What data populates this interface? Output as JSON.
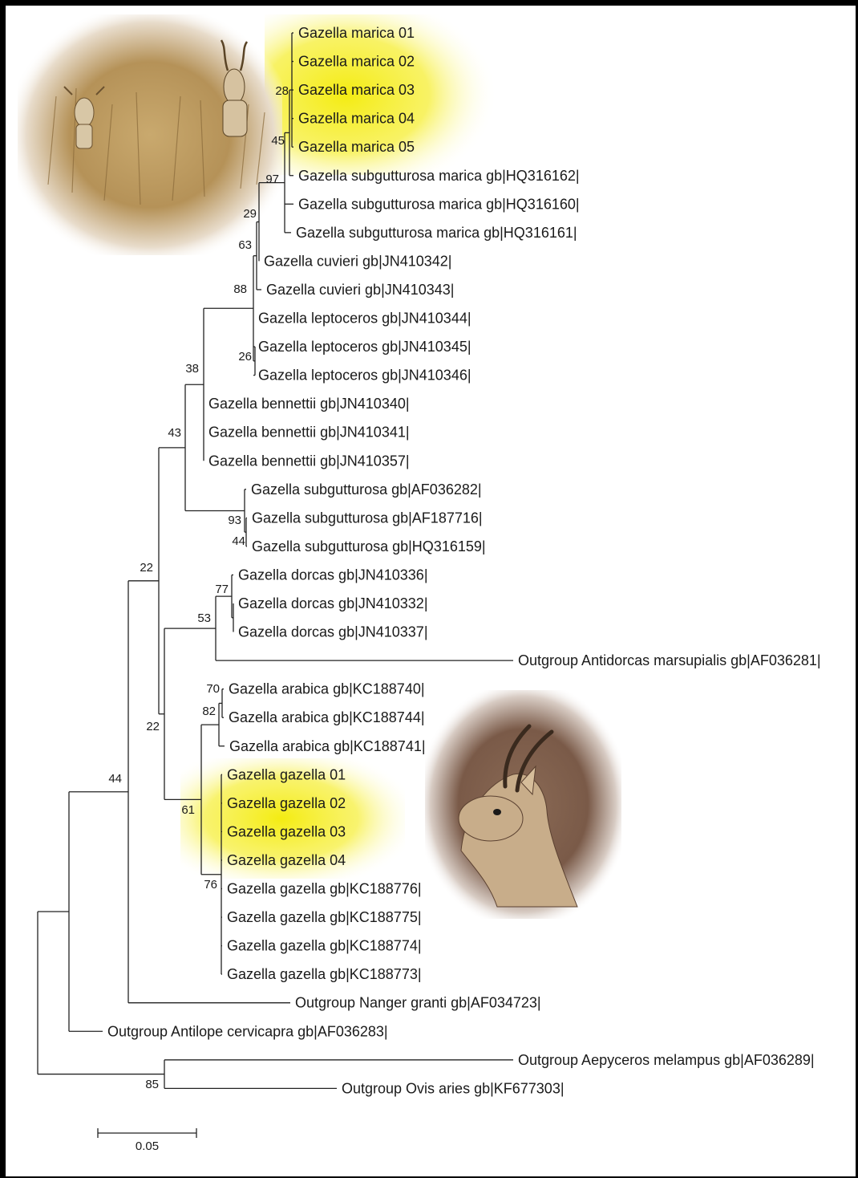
{
  "tree": {
    "leaves": [
      {
        "id": "m1",
        "label": "Gazella marica 01",
        "highlight": true
      },
      {
        "id": "m2",
        "label": "Gazella marica 02",
        "highlight": true
      },
      {
        "id": "m3",
        "label": "Gazella marica 03",
        "highlight": true
      },
      {
        "id": "m4",
        "label": "Gazella marica 04",
        "highlight": true
      },
      {
        "id": "m5",
        "label": "Gazella marica 05",
        "highlight": true
      },
      {
        "id": "sm162",
        "label": "Gazella subgutturosa marica gb|HQ316162|"
      },
      {
        "id": "sm160",
        "label": "Gazella subgutturosa marica gb|HQ316160|"
      },
      {
        "id": "sm161",
        "label": "Gazella subgutturosa marica gb|HQ316161|"
      },
      {
        "id": "cu342",
        "label": "Gazella cuvieri gb|JN410342|"
      },
      {
        "id": "cu343",
        "label": "Gazella cuvieri gb|JN410343|"
      },
      {
        "id": "le344",
        "label": "Gazella leptoceros gb|JN410344|"
      },
      {
        "id": "le345",
        "label": "Gazella leptoceros gb|JN410345|"
      },
      {
        "id": "le346",
        "label": "Gazella leptoceros gb|JN410346|"
      },
      {
        "id": "be340",
        "label": "Gazella bennettii gb|JN410340|"
      },
      {
        "id": "be341",
        "label": "Gazella bennettii gb|JN410341|"
      },
      {
        "id": "be357",
        "label": "Gazella bennettii gb|JN410357|"
      },
      {
        "id": "su282",
        "label": "Gazella subgutturosa gb|AF036282|"
      },
      {
        "id": "su716",
        "label": "Gazella subgutturosa gb|AF187716|"
      },
      {
        "id": "su159",
        "label": "Gazella subgutturosa gb|HQ316159|"
      },
      {
        "id": "do336",
        "label": "Gazella dorcas gb|JN410336|"
      },
      {
        "id": "do332",
        "label": "Gazella dorcas gb|JN410332|"
      },
      {
        "id": "do337",
        "label": "Gazella dorcas gb|JN410337|"
      },
      {
        "id": "oam",
        "label": "Outgroup Antidorcas marsupialis gb|AF036281|"
      },
      {
        "id": "ar740",
        "label": "Gazella arabica gb|KC188740|"
      },
      {
        "id": "ar744",
        "label": "Gazella arabica gb|KC188744|"
      },
      {
        "id": "ar741",
        "label": "Gazella arabica gb|KC188741|"
      },
      {
        "id": "g1",
        "label": "Gazella gazella 01",
        "highlight": true
      },
      {
        "id": "g2",
        "label": "Gazella gazella 02",
        "highlight": true
      },
      {
        "id": "g3",
        "label": "Gazella gazella 03",
        "highlight": true
      },
      {
        "id": "g4",
        "label": "Gazella gazella 04",
        "highlight": true
      },
      {
        "id": "gg776",
        "label": "Gazella gazella gb|KC188776|"
      },
      {
        "id": "gg775",
        "label": "Gazella gazella gb|KC188775|"
      },
      {
        "id": "gg774",
        "label": "Gazella gazella gb|KC188774|"
      },
      {
        "id": "gg773",
        "label": "Gazella gazella gb|KC188773|"
      },
      {
        "id": "ong",
        "label": "Outgroup Nanger granti gb|AF034723|"
      },
      {
        "id": "oac",
        "label": "Outgroup Antilope cervicapra gb|AF036283|"
      },
      {
        "id": "oaem",
        "label": "Outgroup Aepyceros melampus gb|AF036289|"
      },
      {
        "id": "oov",
        "label": "Outgroup Ovis aries gb|KF677303|"
      }
    ],
    "bootstrap": [
      "28",
      "45",
      "97",
      "29",
      "63",
      "88",
      "26",
      "38",
      "43",
      "93",
      "44",
      "22",
      "77",
      "53",
      "70",
      "82",
      "22",
      "61",
      "76",
      "44",
      "85"
    ],
    "scale_bar": {
      "label": "0.05",
      "length": 0.05
    },
    "highlight_color": "#f6ee1a",
    "photos": [
      {
        "name": "arabian-sand-gazelle-photo",
        "subject": "two sand gazelles in dry grass"
      },
      {
        "name": "mountain-gazelle-photo",
        "subject": "mountain gazelle head"
      }
    ]
  }
}
